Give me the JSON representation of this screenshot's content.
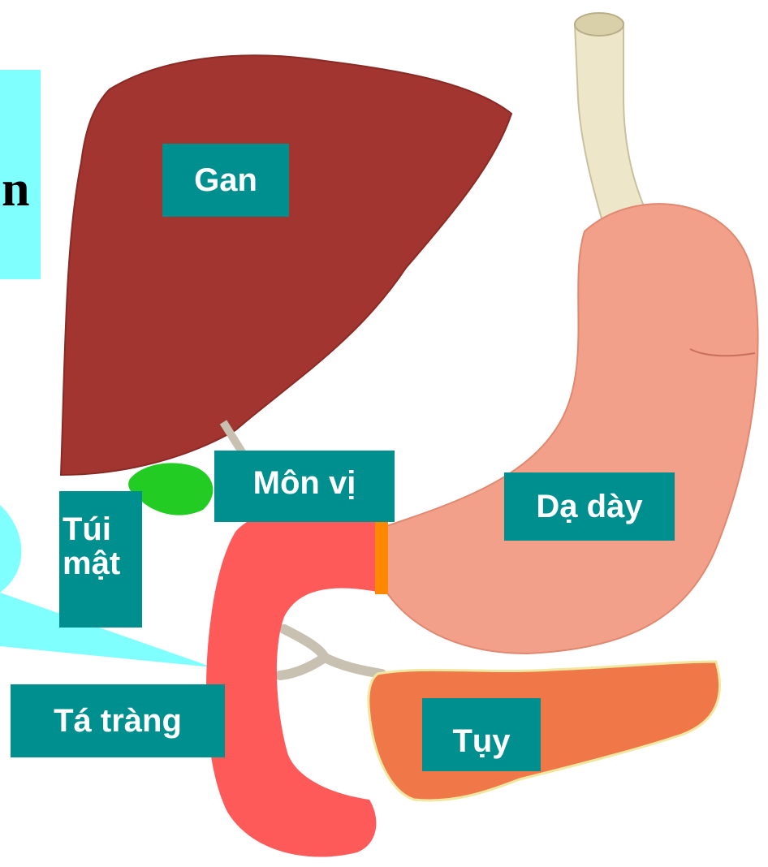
{
  "colors": {
    "label_bg": "#008f8f",
    "label_text": "#ffffff",
    "callout": "#80ffff",
    "liver": "#a33530",
    "stomach": "#f2a08a",
    "esophagus": "#ede6c8",
    "gallbladder": "#22cc22",
    "duodenum": "#ff5a5a",
    "pancreas": "#f07848",
    "pylorus": "#ff8800"
  },
  "callout_fragment": "n",
  "labels": {
    "liver": "Gan",
    "pylorus": "Môn vị",
    "stomach": "Dạ dày",
    "gallbladder_line1": "Túi",
    "gallbladder_line2": "mật",
    "duodenum": "Tá tràng",
    "pancreas": "Tụy"
  }
}
